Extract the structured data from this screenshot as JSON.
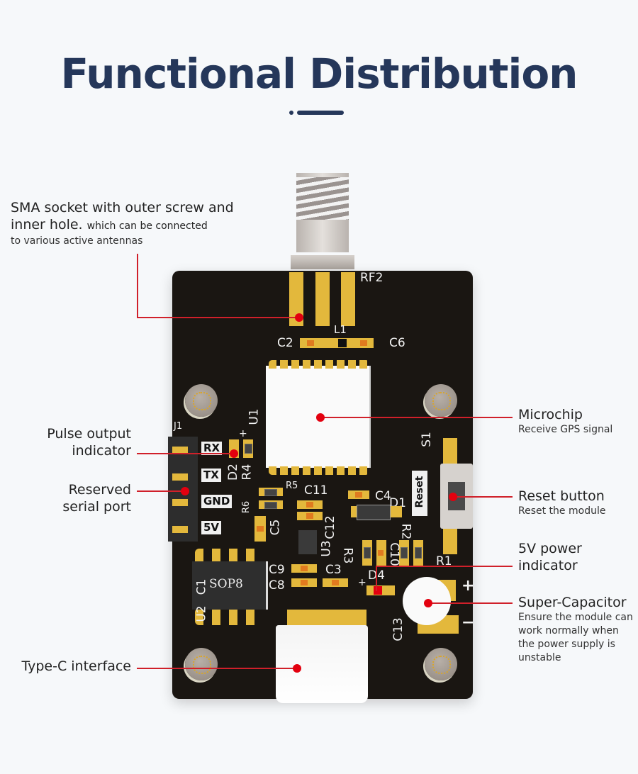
{
  "header": {
    "title": "Functional Distribution"
  },
  "callouts": {
    "sma": {
      "main": "SMA socket with outer screw and inner hole.",
      "sub_inline": "which can be connected",
      "sub": "to various active antennas"
    },
    "pulse": {
      "line1": "Pulse output",
      "line2": "indicator"
    },
    "serial": {
      "line1": "Reserved",
      "line2": "serial port"
    },
    "typec": {
      "main": "Type-C interface"
    },
    "microchip": {
      "main": "Microchip",
      "sub": "Receive GPS signal"
    },
    "reset": {
      "main": "Reset button",
      "sub": "Reset the module"
    },
    "power": {
      "line1": "5V power",
      "line2": "indicator"
    },
    "supercap": {
      "main": "Super-Capacitor",
      "sub1": "Ensure the module can",
      "sub2": "work normally when",
      "sub3": "the power supply is",
      "sub4": "unstable"
    }
  },
  "pcb": {
    "silkscreen": {
      "rf2": "RF2",
      "l1": "L1",
      "c2": "C2",
      "c6": "C6",
      "u1": "U1",
      "j1": "J1",
      "s1": "S1",
      "reset": "Reset",
      "d2": "D2",
      "r4": "R4",
      "r5": "R5",
      "r6": "R6",
      "c11": "C11",
      "c4": "C4",
      "d1": "D1",
      "c5": "C5",
      "c12": "C12",
      "u3": "U3",
      "r3": "R3",
      "r2": "R2",
      "c10": "C10",
      "r1": "R1",
      "c9": "C9",
      "c3": "C3",
      "c8": "C8",
      "d4": "D4",
      "c1": "C1",
      "u2": "U2",
      "sop8": "SOP8",
      "c13": "C13",
      "plus": "+",
      "minus": "−"
    },
    "pins": [
      "RX",
      "TX",
      "GND",
      "5V"
    ]
  },
  "colors": {
    "title": "#25375a",
    "callout_line": "#d0202a",
    "pcb": "#1a1612",
    "gold": "#e3b83c"
  }
}
